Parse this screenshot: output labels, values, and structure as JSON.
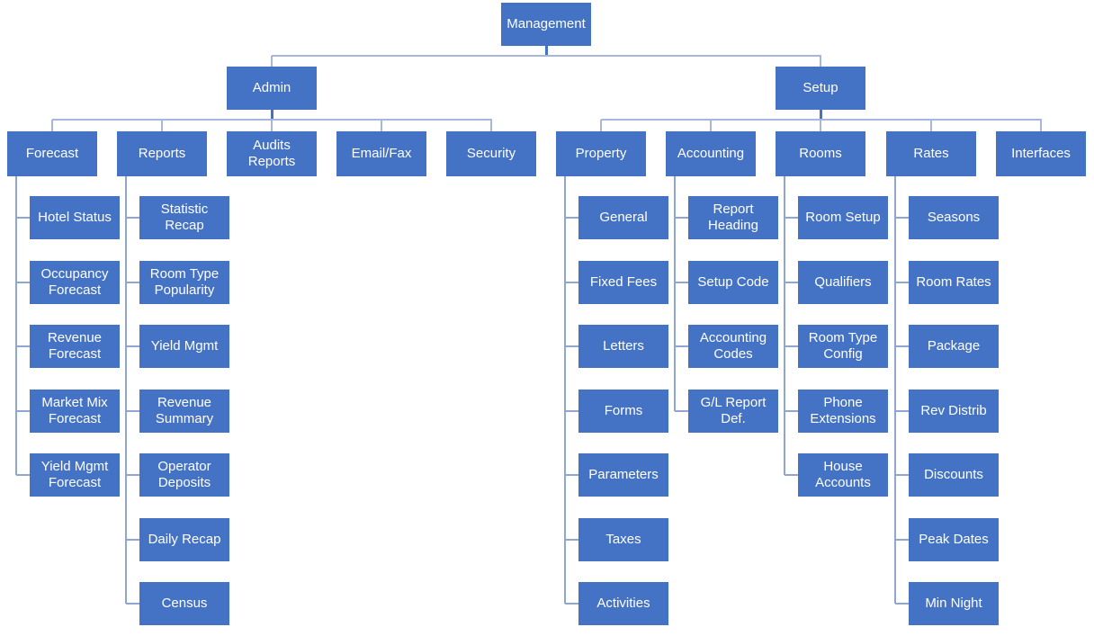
{
  "colors": {
    "node_fill": "#4472C4",
    "node_text": "#FFFFFF",
    "connector_light": "#A6B6DD",
    "connector_mid": "#8FA5D2",
    "connector_dark": "#4472C4"
  },
  "nodes": {
    "management": {
      "label": "Management",
      "children": [
        "admin",
        "setup"
      ]
    },
    "admin": {
      "label": "Admin",
      "children": [
        "forecast",
        "reports",
        "audits_reports",
        "email_fax",
        "security"
      ]
    },
    "setup": {
      "label": "Setup",
      "children": [
        "property",
        "accounting",
        "rooms",
        "rates",
        "interfaces"
      ]
    },
    "forecast": {
      "label": "Forecast",
      "children": [
        "hotel_status",
        "occupancy_forecast",
        "revenue_forecast",
        "market_mix_forecast",
        "yield_mgmt_forecast"
      ]
    },
    "reports": {
      "label": "Reports",
      "children": [
        "statistic_recap",
        "room_type_popularity",
        "yield_mgmt",
        "revenue_summary",
        "operator_deposits",
        "daily_recap",
        "census"
      ]
    },
    "audits_reports": {
      "label": "Audits Reports",
      "children": []
    },
    "email_fax": {
      "label": "Email/Fax",
      "children": []
    },
    "security": {
      "label": "Security",
      "children": []
    },
    "property": {
      "label": "Property",
      "children": [
        "general",
        "fixed_fees",
        "letters",
        "forms",
        "parameters",
        "taxes",
        "activities"
      ]
    },
    "accounting": {
      "label": "Accounting",
      "children": [
        "report_heading",
        "setup_code",
        "accounting_codes",
        "gl_report_def"
      ]
    },
    "rooms": {
      "label": "Rooms",
      "children": [
        "room_setup",
        "qualifiers",
        "room_type_config",
        "phone_extensions",
        "house_accounts"
      ]
    },
    "rates": {
      "label": "Rates",
      "children": [
        "seasons",
        "room_rates",
        "package",
        "rev_distrib",
        "discounts",
        "peak_dates",
        "min_night"
      ]
    },
    "interfaces": {
      "label": "Interfaces",
      "children": []
    },
    "hotel_status": {
      "label": "Hotel Status"
    },
    "occupancy_forecast": {
      "label": "Occupancy Forecast"
    },
    "revenue_forecast": {
      "label": "Revenue Forecast"
    },
    "market_mix_forecast": {
      "label": "Market Mix Forecast"
    },
    "yield_mgmt_forecast": {
      "label": "Yield Mgmt Forecast"
    },
    "statistic_recap": {
      "label": "Statistic Recap"
    },
    "room_type_popularity": {
      "label": "Room Type Popularity"
    },
    "yield_mgmt": {
      "label": "Yield Mgmt"
    },
    "revenue_summary": {
      "label": "Revenue Summary"
    },
    "operator_deposits": {
      "label": "Operator Deposits"
    },
    "daily_recap": {
      "label": "Daily Recap"
    },
    "census": {
      "label": "Census"
    },
    "general": {
      "label": "General"
    },
    "fixed_fees": {
      "label": "Fixed Fees"
    },
    "letters": {
      "label": "Letters"
    },
    "forms": {
      "label": "Forms"
    },
    "parameters": {
      "label": "Parameters"
    },
    "taxes": {
      "label": "Taxes"
    },
    "activities": {
      "label": "Activities"
    },
    "report_heading": {
      "label": "Report Heading"
    },
    "setup_code": {
      "label": "Setup Code"
    },
    "accounting_codes": {
      "label": "Accounting Codes"
    },
    "gl_report_def": {
      "label": "G/L Report Def."
    },
    "room_setup": {
      "label": "Room Setup"
    },
    "qualifiers": {
      "label": "Qualifiers"
    },
    "room_type_config": {
      "label": "Room Type Config"
    },
    "phone_extensions": {
      "label": "Phone Extensions"
    },
    "house_accounts": {
      "label": "House Accounts"
    },
    "seasons": {
      "label": "Seasons"
    },
    "room_rates": {
      "label": "Room Rates"
    },
    "package": {
      "label": "Package"
    },
    "rev_distrib": {
      "label": "Rev Distrib"
    },
    "discounts": {
      "label": "Discounts"
    },
    "peak_dates": {
      "label": "Peak Dates"
    },
    "min_night": {
      "label": "Min Night"
    }
  }
}
